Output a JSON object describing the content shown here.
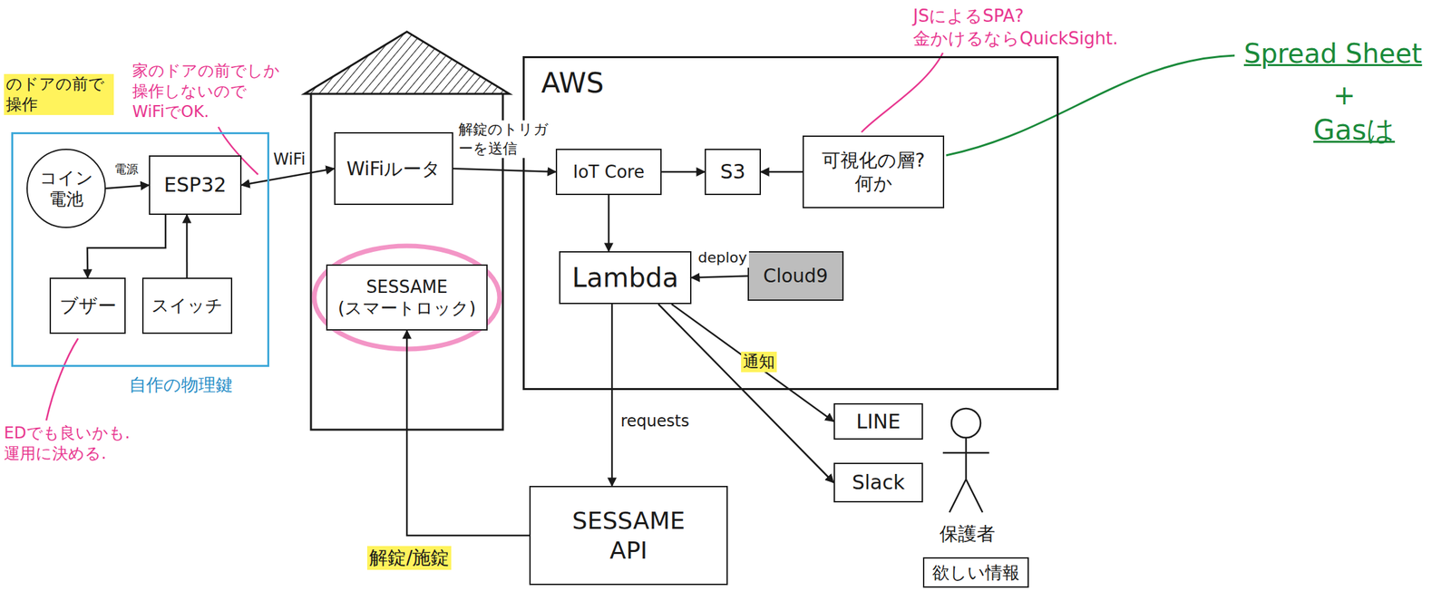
{
  "diagram": {
    "nodes": [
      {
        "text": [
          "自作の物理鍵"
        ]
      },
      {
        "text": [
          "コイン電池"
        ],
        "in": 0
      },
      {
        "text": [
          "ESP32"
        ],
        "in": 0
      },
      {
        "text": [
          "ブザー"
        ],
        "in": 0
      },
      {
        "text": [
          "スイッチ"
        ],
        "in": 0
      },
      {
        "text": [
          "WiFiルータ"
        ]
      },
      {
        "text": [
          "SESSAME (スマートロック)"
        ]
      },
      {
        "text": [
          "AWS"
        ]
      },
      {
        "text": [
          "IoT Core"
        ],
        "in": 7
      },
      {
        "text": [
          "S3"
        ],
        "in": 7
      },
      {
        "text": [
          "可視化の層? 何か"
        ],
        "in": 7
      },
      {
        "text": [
          "Lambda"
        ],
        "in": 7
      },
      {
        "text": [
          "Cloud9"
        ],
        "in": 7
      },
      {
        "text": [
          "LINE"
        ]
      },
      {
        "text": [
          "Slack"
        ]
      },
      {
        "text": [
          "SESSAME API"
        ]
      },
      {
        "text": [
          "欲しい情報"
        ]
      }
    ],
    "edges": [
      {
        "from": 1,
        "to": 2,
        "label": "電源",
        "arrow": "to"
      },
      {
        "from": 2,
        "to": 5,
        "label": "WiFi",
        "arrow": "both"
      },
      {
        "from": 2,
        "to": 3,
        "arrow": "to"
      },
      {
        "from": 4,
        "to": 2,
        "arrow": "to"
      },
      {
        "from": 5,
        "to": 8,
        "label": "解錠のトリガーを送信",
        "arrow": "to"
      },
      {
        "from": 8,
        "to": 9,
        "arrow": "to"
      },
      {
        "from": 10,
        "to": 9,
        "arrow": "to"
      },
      {
        "from": 8,
        "to": 11,
        "arrow": "to"
      },
      {
        "from": 12,
        "to": 11,
        "label": "deploy",
        "arrow": "to"
      },
      {
        "from": 11,
        "to": 15,
        "label": "requests",
        "arrow": "to"
      },
      {
        "from": 11,
        "to": 13,
        "label": "通知",
        "arrow": "to"
      },
      {
        "from": 11,
        "to": 14,
        "arrow": "to"
      },
      {
        "from": 15,
        "to": 6,
        "label": "解錠/施錠",
        "arrow": "to"
      }
    ],
    "labels": [
      "のドアの前で 操作",
      "家のドアの前でしか 操作しないので WiFiでOK.",
      "EDでも良いかも. 運用に決める.",
      "JSによるSPA? 金かけるならQuickSight.",
      "Spread Sheet",
      "+",
      "Gasは",
      "保護者"
    ]
  }
}
